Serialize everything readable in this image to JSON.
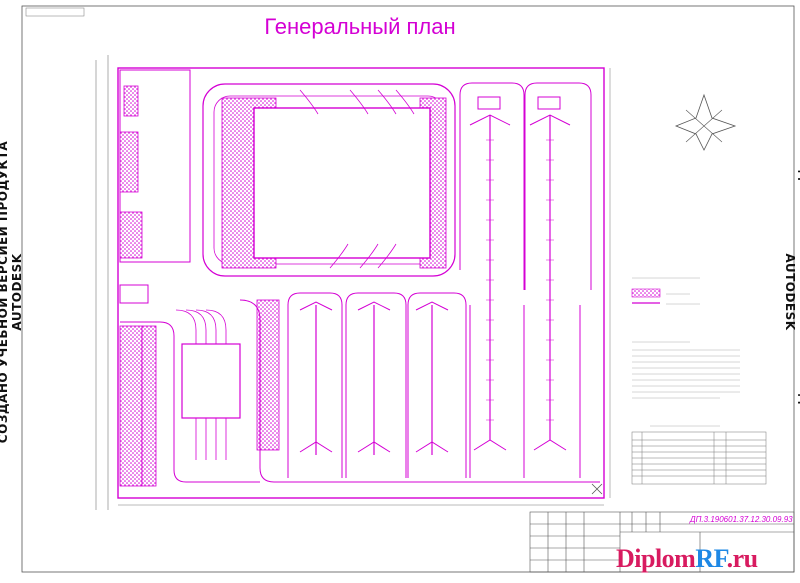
{
  "drawing": {
    "title": "Генеральный план",
    "watermark_left": "СОЗДАНО УЧЕБНОЙ ВЕРСИЕЙ ПРОДУКТА AUTODESK",
    "watermark_right": "СОЗДАНО УЧЕБНОЙ ВЕРСИЕЙ ПРОДУКТА AUTODESK",
    "document_code": "ДП.3.190601.37.12.30.09.93"
  },
  "brand": {
    "part1": "Diplom",
    "part2": "RF",
    "part3": ".ru"
  },
  "colors": {
    "line": "#d400d4",
    "hatch": "#d400d4",
    "text": "#111111"
  }
}
